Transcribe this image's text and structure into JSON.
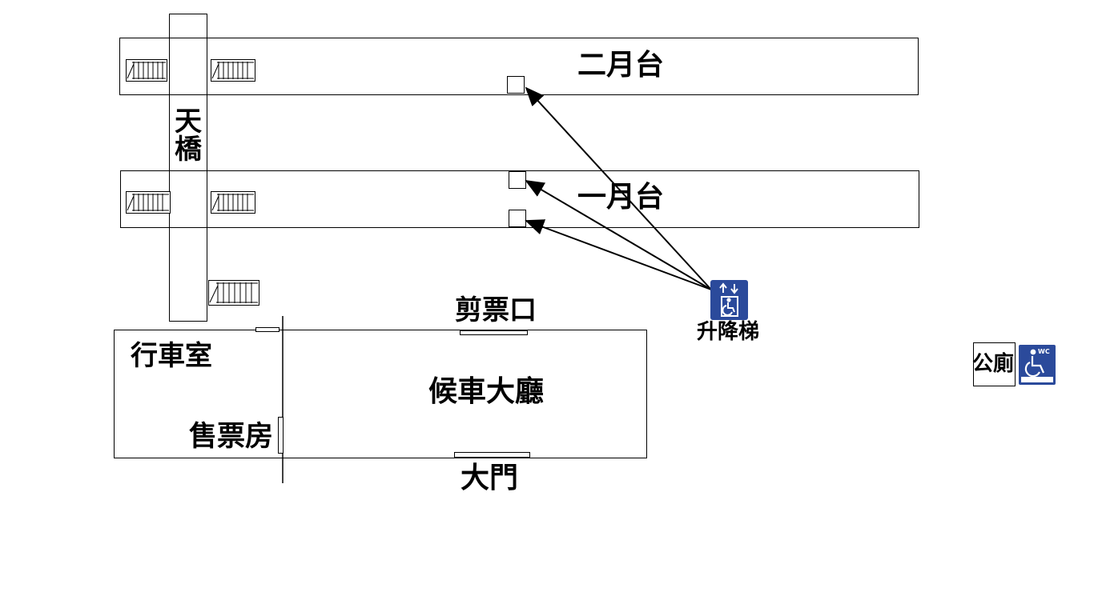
{
  "labels": {
    "platform2": "二月台",
    "platform1": "一月台",
    "bridge": "天橋",
    "elevator": "升降梯",
    "ticket_gate": "剪票口",
    "control_room": "行車室",
    "waiting_hall": "候車大廳",
    "ticket_office": "售票房",
    "main_gate": "大門",
    "toilet": "公廁"
  },
  "icons": {
    "elevator_sign": "elevator-wheelchair-icon",
    "toilet_sign": "accessible-wc-icon",
    "stairs": "stairs-icon"
  },
  "colors": {
    "sign_blue": "#2b4a9b",
    "line": "#000000"
  }
}
